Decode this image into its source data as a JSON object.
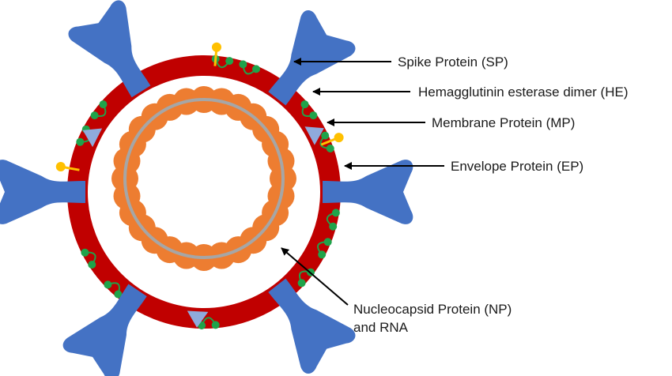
{
  "labels": {
    "spike": "Spike Protein (SP)",
    "hemagglutinin": "Hemagglutinin esterase dimer (HE)",
    "membrane": "Membrane Protein (MP)",
    "envelope": "Envelope Protein (EP)",
    "nucleocapsid_line1": "Nucleocapsid Protein (NP)",
    "nucleocapsid_line2": "and RNA"
  },
  "colors": {
    "envelope_ring": "#c00000",
    "spike": "#4472c4",
    "hemagglutinin": "#8faadc",
    "membrane_protein": "#1fa34a",
    "envelope_protein": "#ffc000",
    "nucleocapsid": "#ed7d31",
    "rna": "#a6a6a6",
    "arrow": "#000000"
  }
}
